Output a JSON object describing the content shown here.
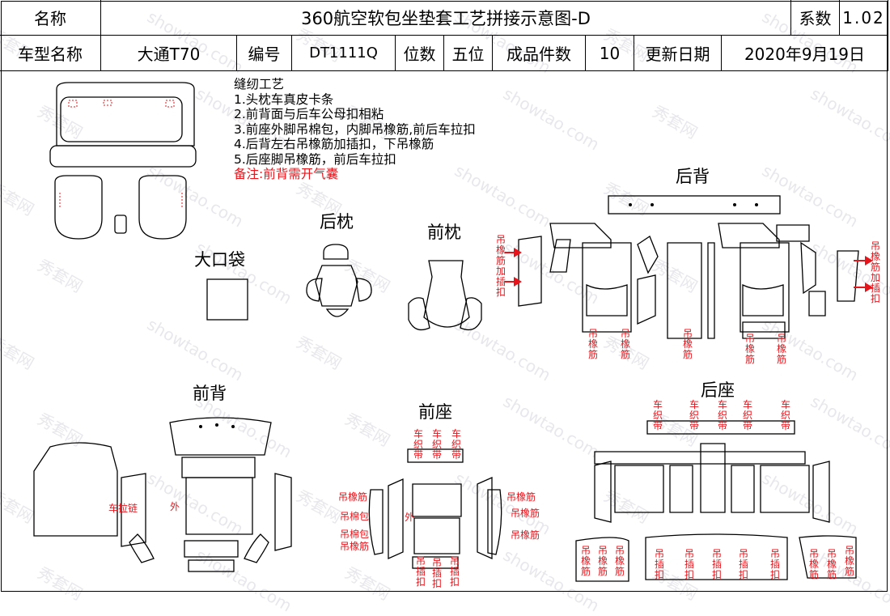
{
  "header": {
    "row1": {
      "name_label": "名称",
      "title": "360航空软包坐垫套工艺拼接示意图-D",
      "coef_label": "系数",
      "coef_value": "1.02"
    },
    "row2": {
      "model_label": "车型名称",
      "model_value": "大通T70",
      "code_label": "编号",
      "code_value": "DT1111Q",
      "seats_label": "位数",
      "seats_value": "五位",
      "pieces_label": "成品件数",
      "pieces_value": "10",
      "date_label": "更新日期",
      "date_value": "2020年9月19日"
    }
  },
  "notes": {
    "heading": "缝纫工艺",
    "items": [
      "1.头枕车真皮卡条",
      "2.前背面与后车公母扣相粘",
      "3.前座外脚吊棉包，内脚吊橡筋,前后车拉扣",
      "4.后背左右吊橡筋加插扣，下吊橡筋",
      "5.后座脚吊橡筋，前后车拉扣"
    ],
    "remark": "备注:前背需开气囊"
  },
  "sections": {
    "rear_headrest": "后枕",
    "front_headrest": "前枕",
    "big_pocket": "大口袋",
    "rear_back": "后背",
    "front_back": "前背",
    "front_seat": "前座",
    "rear_seat": "后座"
  },
  "labels": {
    "hang_rubber_plus_buckle": "吊橡筋加插扣",
    "hang_rubber": "吊橡筋",
    "car_webbing": "车织带",
    "hang_buckle": "吊插扣",
    "car_zipper": "车拉链",
    "outer": "外",
    "hang_cotton": "吊棉包",
    "hang_cotton_rubber": "吊棉包吊橡筋"
  },
  "watermark": [
    "秀套网",
    "showtao.com"
  ],
  "colors": {
    "accent_red": "#e8141b",
    "line": "#000000"
  }
}
